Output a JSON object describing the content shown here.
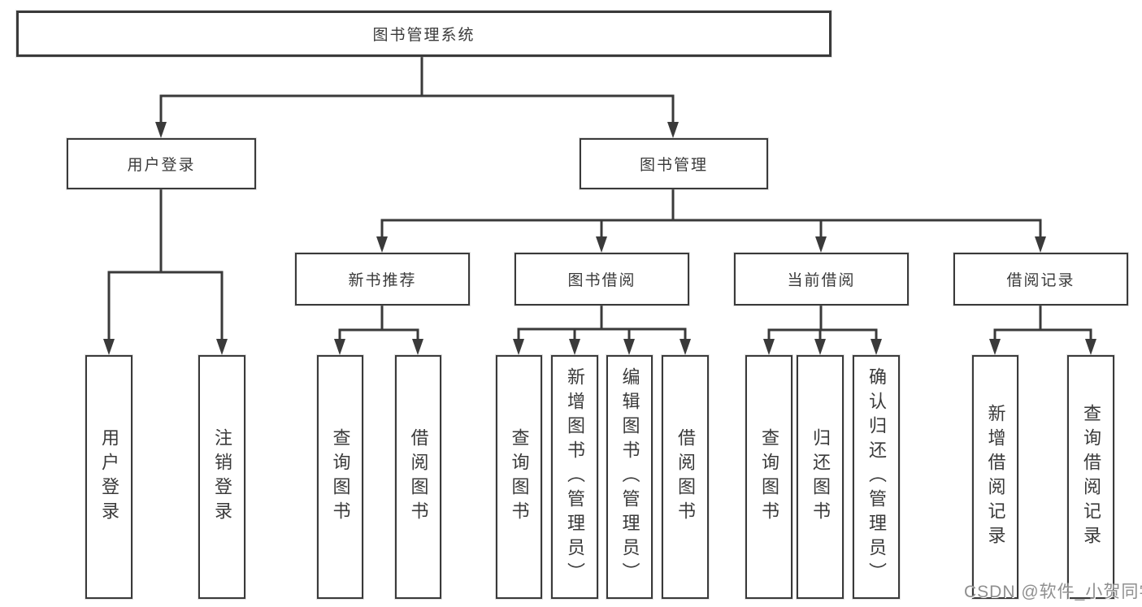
{
  "nodes": {
    "root": "图书管理系统",
    "user_login": "用户登录",
    "book_mgmt": "图书管理",
    "new_book_rec": "新书推荐",
    "book_borrow": "图书借阅",
    "current_borrow": "当前借阅",
    "borrow_records": "借阅记录",
    "leaves": {
      "user_login": [
        "用户登录",
        "注销登录"
      ],
      "new_book_rec": [
        "查询图书",
        "借阅图书"
      ],
      "book_borrow": [
        "查询图书",
        "新增图书（管理员）",
        "编辑图书（管理员）",
        "借阅图书"
      ],
      "current_borrow": [
        "查询图书",
        "归还图书",
        "确认归还（管理员）"
      ],
      "borrow_records": [
        "新增借阅记录",
        "查询借阅记录"
      ]
    }
  },
  "watermark": "CSDN @软件_小贺同学",
  "colors": {
    "line": "#3a3a3a",
    "background": "#ffffff",
    "watermark": "#8f8f8f"
  }
}
